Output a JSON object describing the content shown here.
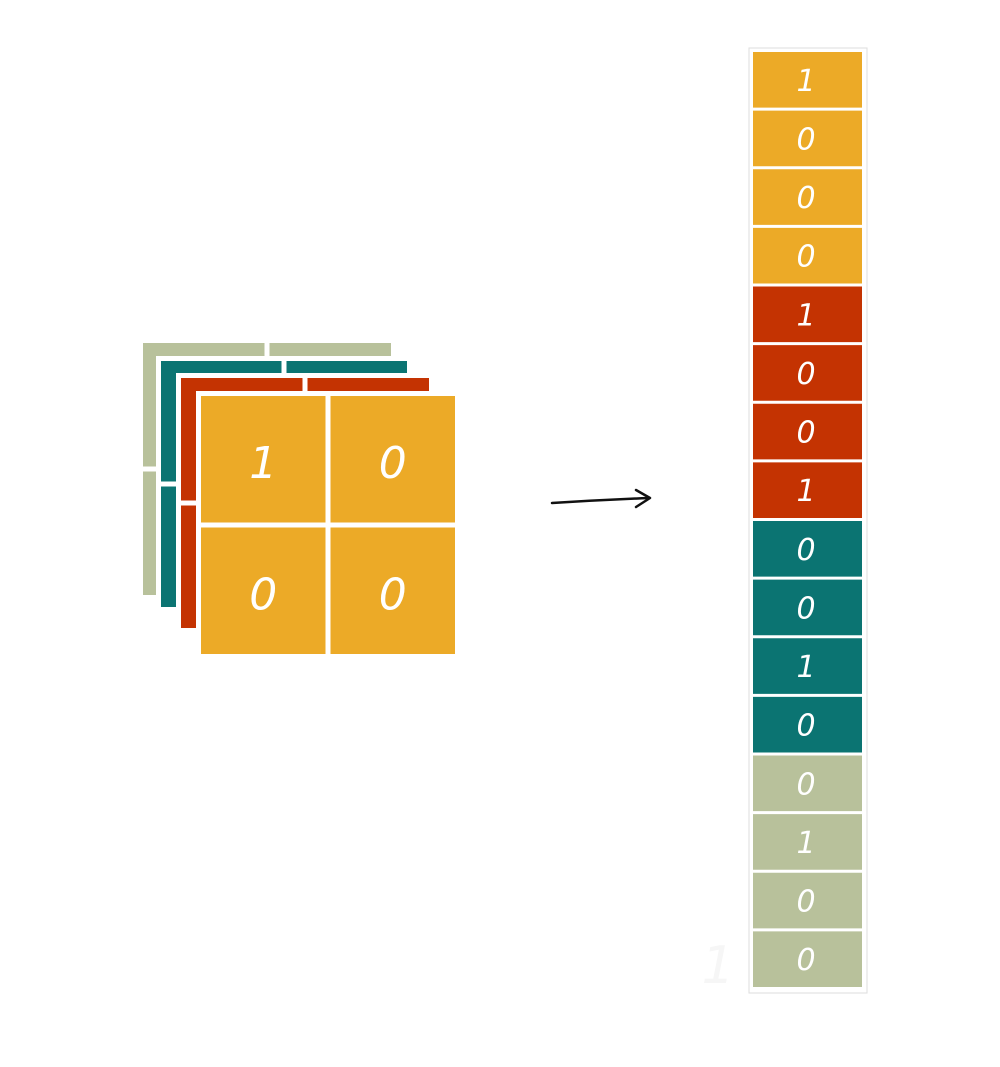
{
  "colors": {
    "channel_1": "#ECAA27",
    "channel_2": "#C43302",
    "channel_3": "#0B7472",
    "channel_4": "#B8C19B",
    "border": "#ffffff",
    "arrow": "#111111"
  },
  "input_tensor": {
    "front_channel_values": [
      "1",
      "0",
      "0",
      "0"
    ],
    "channels": [
      "channel_4",
      "channel_3",
      "channel_2",
      "channel_1"
    ]
  },
  "arrow_icon": "right-arrow-icon",
  "flattened_vector": {
    "cells": [
      {
        "value": "1",
        "color": "channel_1"
      },
      {
        "value": "0",
        "color": "channel_1"
      },
      {
        "value": "0",
        "color": "channel_1"
      },
      {
        "value": "0",
        "color": "channel_1"
      },
      {
        "value": "1",
        "color": "channel_2"
      },
      {
        "value": "0",
        "color": "channel_2"
      },
      {
        "value": "0",
        "color": "channel_2"
      },
      {
        "value": "1",
        "color": "channel_2"
      },
      {
        "value": "0",
        "color": "channel_3"
      },
      {
        "value": "0",
        "color": "channel_3"
      },
      {
        "value": "1",
        "color": "channel_3"
      },
      {
        "value": "0",
        "color": "channel_3"
      },
      {
        "value": "0",
        "color": "channel_4"
      },
      {
        "value": "1",
        "color": "channel_4"
      },
      {
        "value": "0",
        "color": "channel_4"
      },
      {
        "value": "0",
        "color": "channel_4"
      }
    ]
  },
  "faint_label": "1"
}
